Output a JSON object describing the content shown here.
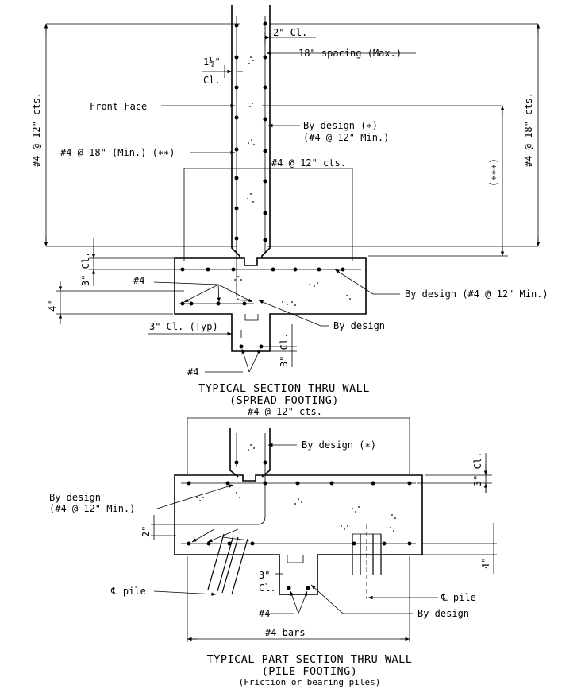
{
  "spread": {
    "cover_top": "2\" Cl.",
    "spacing_max": "18\" spacing (Max.)",
    "cover_side_frac": "1½\"",
    "cover_side_cl": "Cl.",
    "front_face": "Front Face",
    "by_design_star": "By design (∗)",
    "min_12": "(#4 @ 12\" Min.)",
    "min_18": "#4 @ 18\" (Min.) (∗∗)",
    "cts_12": "#4 @ 12\" cts.",
    "left_vertical": "#4 @ 12\" cts.",
    "right_vertical": "#4 @ 18\" cts.",
    "triple_star": "(∗∗∗)",
    "cover_3_cl": "3\" Cl.",
    "bar_4": "#4",
    "dim_4": "4\"",
    "by_design_min": "By design (#4 @ 12\" Min.)",
    "cover_3_typ": "3\" Cl. (Typ)",
    "by_design": "By design",
    "key_cl": "3\" Cl.",
    "key_bar": "#4",
    "title1": "TYPICAL SECTION THRU WALL",
    "title2": "(SPREAD FOOTING)"
  },
  "pile": {
    "cts_12": "#4 @ 12\" cts.",
    "by_design_star": "By design (∗)",
    "cover_3_cl": "3\" Cl.",
    "by_design": "By design",
    "min_12": "(#4 @ 12\" Min.)",
    "dim_2": "2\"",
    "dim_4": "4\"",
    "key_cl_1": "3\"",
    "key_cl_2": "Cl.",
    "pile_left": "℄ pile",
    "pile_right": "℄ pile",
    "key_bar": "#4",
    "by_design_key": "By design",
    "bars_4": "#4 bars",
    "title1": "TYPICAL PART SECTION THRU WALL",
    "title2": "(PILE FOOTING)",
    "title3": "(Friction or bearing piles)"
  }
}
